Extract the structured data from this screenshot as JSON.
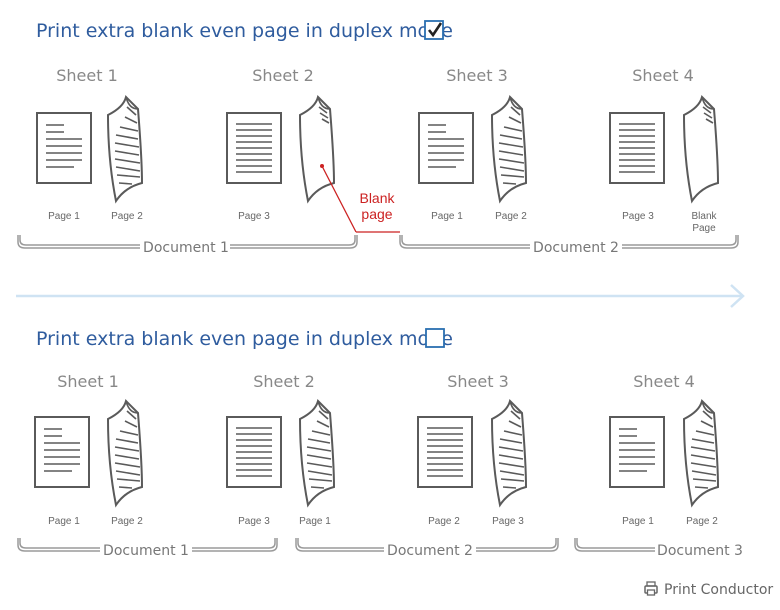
{
  "sections": [
    {
      "header": "Print extra blank even page in duplex mode",
      "checked": true,
      "sheets": [
        {
          "title": "Sheet 1",
          "front": "Page 1",
          "back": "Page 2",
          "back_kind": "printed"
        },
        {
          "title": "Sheet 2",
          "front": "Page 3",
          "back": "",
          "back_kind": "blank"
        },
        {
          "title": "Sheet 3",
          "front": "Page 1",
          "back": "Page 2",
          "back_kind": "printed"
        },
        {
          "title": "Sheet 4",
          "front": "Page 3",
          "back": "Blank Page",
          "back_kind": "blank"
        }
      ],
      "documents": [
        "Document 1",
        "Document 2"
      ],
      "callout": {
        "line1": "Blank",
        "line2": "page"
      }
    },
    {
      "header": "Print extra blank even page in duplex mode",
      "checked": false,
      "sheets": [
        {
          "title": "Sheet 1",
          "front": "Page 1",
          "back": "Page 2",
          "back_kind": "printed"
        },
        {
          "title": "Sheet 2",
          "front": "Page 3",
          "back": "Page 1",
          "back_kind": "printed"
        },
        {
          "title": "Sheet 3",
          "front": "Page 2",
          "back": "Page 3",
          "back_kind": "printed"
        },
        {
          "title": "Sheet 4",
          "front": "Page 1",
          "back": "Page 2",
          "back_kind": "printed"
        }
      ],
      "documents": [
        "Document 1",
        "Document 2",
        "Document 3"
      ]
    }
  ],
  "brand": {
    "name": "Print Conductor",
    "icon": "printer-icon"
  },
  "colors": {
    "header": "#2f5c9e",
    "checkbox": "#2a6fb0",
    "arrow": "#cfe3f3",
    "callout": "#cc2222",
    "outline": "#5a5a5a"
  }
}
